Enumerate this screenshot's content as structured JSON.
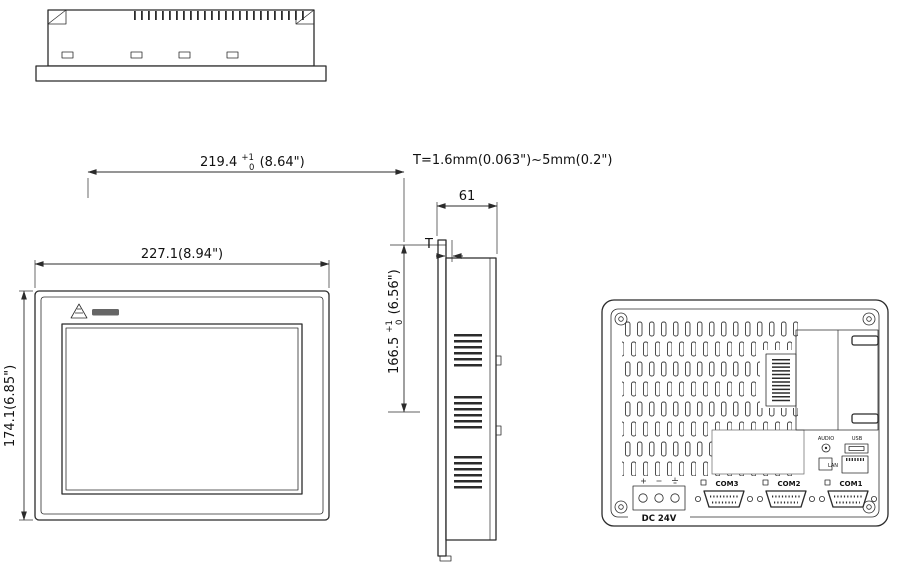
{
  "drawing": {
    "dims": {
      "front_width": "227.1(8.94\")",
      "front_height": "174.1(6.85\")",
      "cutout_width": {
        "value": "219.4",
        "tol_plus": "+1",
        "tol_minus": "0",
        "inches": "(8.64\")"
      },
      "cutout_height": {
        "value": "166.5",
        "tol_plus": "+1",
        "tol_minus": "0",
        "inches": "(6.56\")"
      },
      "depth": "61",
      "thickness_label": "T",
      "thickness_note": "T=1.6mm(0.063\")~5mm(0.2\")"
    },
    "rear_ports": {
      "com1": "COM1",
      "com2": "COM2",
      "com3": "COM3",
      "power": "DC 24V",
      "audio": "AUDIO",
      "usb": "USB",
      "lan": "LAN"
    },
    "colors": {
      "line": "#2b2b2b",
      "background": "#ffffff"
    }
  }
}
